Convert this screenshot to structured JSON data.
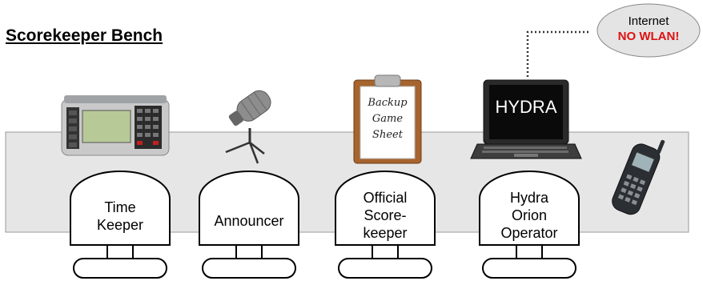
{
  "title": "Scorekeeper Bench",
  "internet": {
    "line1": "Internet",
    "warning": "NO WLAN!"
  },
  "laptop": {
    "screen_text": "HYDRA"
  },
  "clipboard": {
    "lines": [
      "Backup",
      "Game",
      "Sheet"
    ]
  },
  "seats": [
    {
      "lines": [
        "Time",
        "Keeper"
      ]
    },
    {
      "lines": [
        "Announcer"
      ]
    },
    {
      "lines": [
        "Official",
        "Score-",
        "keeper"
      ]
    },
    {
      "lines": [
        "Hydra",
        "Orion",
        "Operator"
      ]
    }
  ],
  "colors": {
    "bench": "#e6e6e6",
    "warning": "#e01010",
    "bubble": "#e4e4e4"
  }
}
